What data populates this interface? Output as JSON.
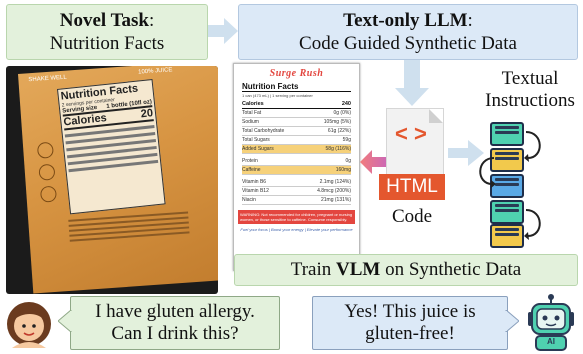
{
  "novel_task": {
    "title": "Novel Task",
    "subtitle": "Nutrition Facts"
  },
  "llm": {
    "title": "Text-only LLM",
    "subtitle": "Code Guided Synthetic Data"
  },
  "textual_instructions": {
    "line1": "Textual",
    "line2": "Instructions"
  },
  "code_label": "Code",
  "html_badge": "HTML",
  "html_symbol": "< >",
  "train": {
    "prefix": "Train ",
    "bold": "VLM",
    "suffix": " on Synthetic Data"
  },
  "user_bubble": {
    "line1": "I have gluten allergy.",
    "line2": "Can I drink this?"
  },
  "bot_bubble": {
    "line1": "Yes! This juice is",
    "line2": "gluten-free!"
  },
  "bot_badge": "AI",
  "photo_label": {
    "shake": "SHAKE WELL",
    "juice": "100% JUICE",
    "title": "Nutrition Facts",
    "servings": "2 servings per container",
    "serving_size": "Serving size",
    "serving_val": "1 bottle (10fl oz)",
    "calories": "Calories",
    "cal_val": "20"
  },
  "label_card": {
    "brand": "Surge Rush",
    "title": "Nutrition Facts",
    "serving": "1 can (473 mL) | 1 serving per container",
    "calories_label": "Calories",
    "calories_value": "240",
    "rows": [
      {
        "name": "Total Fat",
        "value": "0g (0%)"
      },
      {
        "name": "Sodium",
        "value": "105mg (5%)"
      },
      {
        "name": "Total Carbohydrate",
        "value": "61g (22%)"
      },
      {
        "name": "Total Sugars",
        "value": "59g"
      },
      {
        "name": "Added Sugars",
        "value": "58g (116%)"
      },
      {
        "name": "Protein",
        "value": "0g"
      },
      {
        "name": "Caffeine",
        "value": "160mg"
      },
      {
        "name": "Vitamin B6",
        "value": "2.1mg (124%)"
      },
      {
        "name": "Vitamin B12",
        "value": "4.8mcg (200%)"
      },
      {
        "name": "Niacin",
        "value": "21mg (131%)"
      }
    ],
    "warning": "WARNING: Not recommended for children, pregnant or nursing women, or those sensitive to caffeine. Consume responsibly.",
    "tagline": "Fuel your focus | Boost your energy | Elevate your performance"
  },
  "colors": {
    "green_bg": "#e3f1dc",
    "blue_bg": "#dce9f7",
    "html_orange": "#e4572e",
    "instr_teal": "#4fd1b0",
    "instr_yellow": "#f2c94c",
    "instr_blue": "#5aa9e6",
    "brand_red": "#e3463f"
  }
}
